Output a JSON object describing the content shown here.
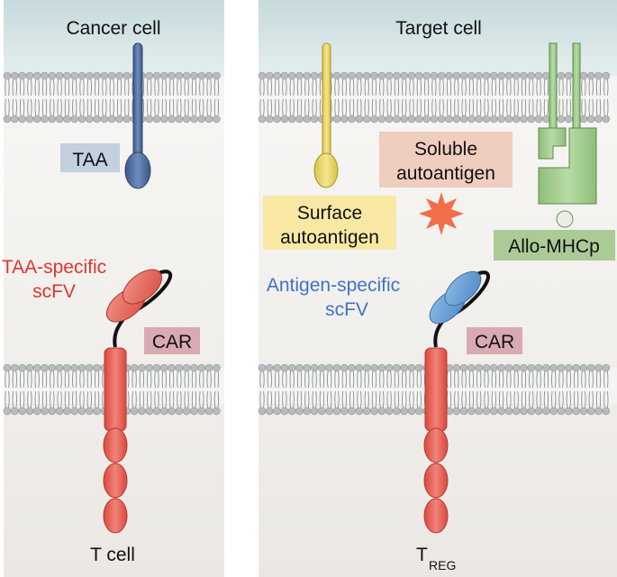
{
  "left_panel": {
    "top_title": "Cancer cell",
    "antigen_label": "TAA",
    "scfv_label_line1": "TAA-specific",
    "scfv_label_line2": "scFV",
    "car_label": "CAR",
    "bottom_title": "T cell"
  },
  "right_panel": {
    "top_title": "Target cell",
    "surface_label_line1": "Surface",
    "surface_label_line2": "autoantigen",
    "soluble_label_line1": "Soluble",
    "soluble_label_line2": "autoantigen",
    "mhc_label": "Allo-MHCp",
    "scfv_label_line1": "Antigen-specific",
    "scfv_label_line2": "scFV",
    "car_label": "CAR",
    "bottom_title_main": "T",
    "bottom_title_sub": "REG"
  },
  "colors": {
    "top_cell_fill": "#d2e2e3",
    "bottom_cell_fill": "#f1efec",
    "lipid_head": "#b9bcbf",
    "taa": "#4e6c9d",
    "taa_label_bg": "#c2d0e0",
    "surface_autoantigen": "#ecd86a",
    "surface_label_bg": "#f8e8a4",
    "soluble_label_bg": "#efcdbf",
    "soluble_star": "#f06f4a",
    "mhc_fill": "#9fc98d",
    "mhc_label_bg": "#abcb96",
    "car_body": "#e8675c",
    "car_label_bg": "#d9a9b4",
    "scfv_red": "#e8675c",
    "scfv_blue": "#6da3d6",
    "scfv_red_text": "#e0352f",
    "scfv_blue_text": "#3f73c2"
  }
}
